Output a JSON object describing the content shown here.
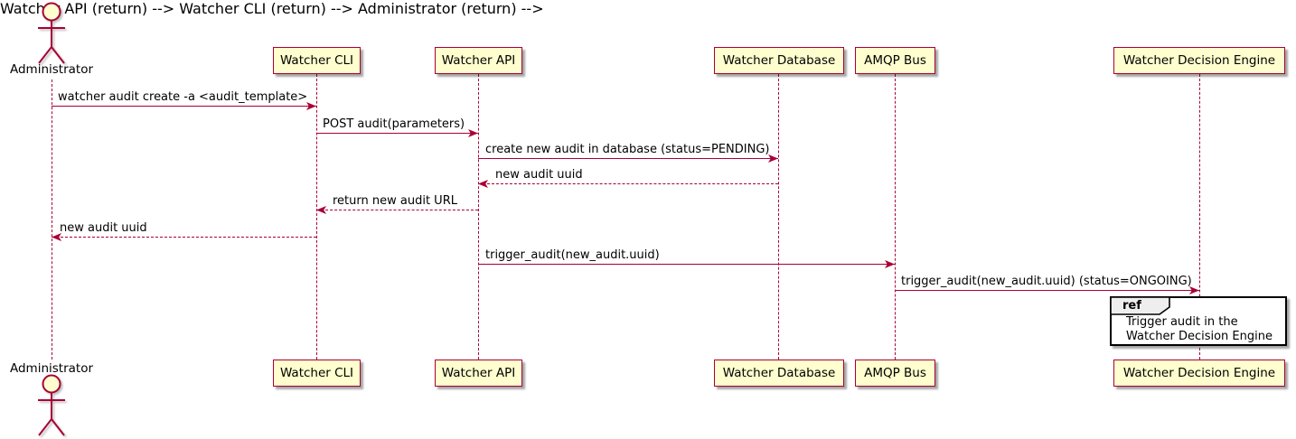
{
  "diagram_type": "uml-sequence-diagram",
  "colors": {
    "participant_fill": "#FEFECE",
    "participant_border": "#A80036",
    "lifeline": "#A80036",
    "arrow": "#A80036",
    "text": "#000000",
    "ref_border": "#000000",
    "ref_header_fill": "#EEEEEE",
    "ref_fill": "#FFFFFF"
  },
  "actor": {
    "label": "Administrator"
  },
  "participants": [
    {
      "label": "Watcher CLI"
    },
    {
      "label": "Watcher API"
    },
    {
      "label": "Watcher Database"
    },
    {
      "label": "AMQP Bus"
    },
    {
      "label": "Watcher Decision Engine"
    }
  ],
  "messages": [
    {
      "from": "Administrator",
      "to": "Watcher CLI",
      "style": "solid",
      "label": "watcher audit create -a <audit_template>"
    },
    {
      "from": "Watcher CLI",
      "to": "Watcher API",
      "style": "solid",
      "label": "POST audit(parameters)"
    },
    {
      "from": "Watcher API",
      "to": "Watcher Database",
      "style": "solid",
      "label": "create new audit in database (status=PENDING)"
    },
    {
      "from": "Watcher Database",
      "to": "Watcher API",
      "style": "dashed",
      "label": "new audit uuid"
    },
    {
      "from": "Watcher API",
      "to": "Watcher CLI",
      "style": "dashed",
      "label": "return new audit URL"
    },
    {
      "from": "Watcher CLI",
      "to": "Administrator",
      "style": "dashed",
      "label": "new audit uuid"
    },
    {
      "from": "Watcher API",
      "to": "AMQP Bus",
      "style": "solid",
      "label": "trigger_audit(new_audit.uuid)"
    },
    {
      "from": "AMQP Bus",
      "to": "Watcher Decision Engine",
      "style": "solid",
      "label": "trigger_audit(new_audit.uuid) (status=ONGOING)"
    }
  ],
  "ref": {
    "keyword": "ref",
    "line1": "Trigger audit in the",
    "line2": "Watcher Decision Engine"
  }
}
